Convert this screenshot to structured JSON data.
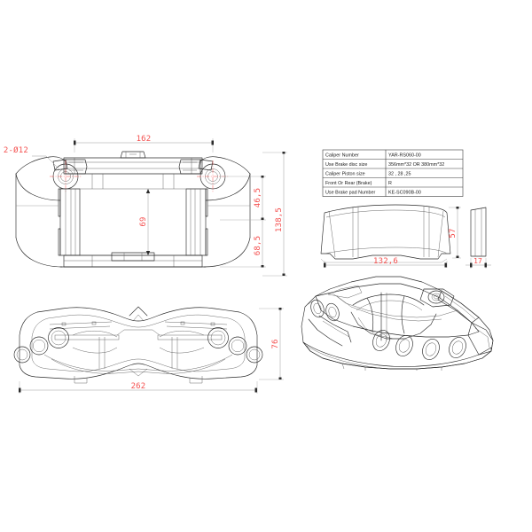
{
  "document": {
    "title": "Brake Caliper Engineering Drawing",
    "sheet_background": "#ffffff",
    "line_color": "#2b2b2b",
    "dimension_color": "#f4504f"
  },
  "spec_table": {
    "name": "caliper-spec-table",
    "rows": [
      {
        "label": "Caliper Number",
        "value": "YAR-RS060-00"
      },
      {
        "label": "Use Brake disc  size",
        "value": "356mm*32 OR 380mm*32"
      },
      {
        "label": "Caliper Piston size",
        "value": "32 , 28 ,25"
      },
      {
        "label": "Front Or Rear (Brake)",
        "value": "R"
      },
      {
        "label": "Use Brake  pad Number",
        "value": "KE-SC090B-00"
      }
    ]
  },
  "views": {
    "top_view": {
      "name": "caliper-top-view",
      "dimensions": {
        "width_162": "162",
        "hole_callout": "2-Ø12",
        "inner_69": "69",
        "height_46_5": "46,5",
        "height_68_5": "68,5",
        "overall_138_5": "138,5"
      }
    },
    "side_view": {
      "name": "caliper-side-view",
      "dimensions": {
        "length_262": "262",
        "height_76": "76"
      }
    },
    "pad_view": {
      "name": "brake-pad-front-view",
      "dimensions": {
        "width_132_6": "132,6",
        "height_57": "57"
      }
    },
    "pad_edge_view": {
      "name": "brake-pad-edge-view",
      "dimensions": {
        "thickness_17": "17"
      }
    },
    "iso_view": {
      "name": "caliper-isometric-view"
    }
  }
}
